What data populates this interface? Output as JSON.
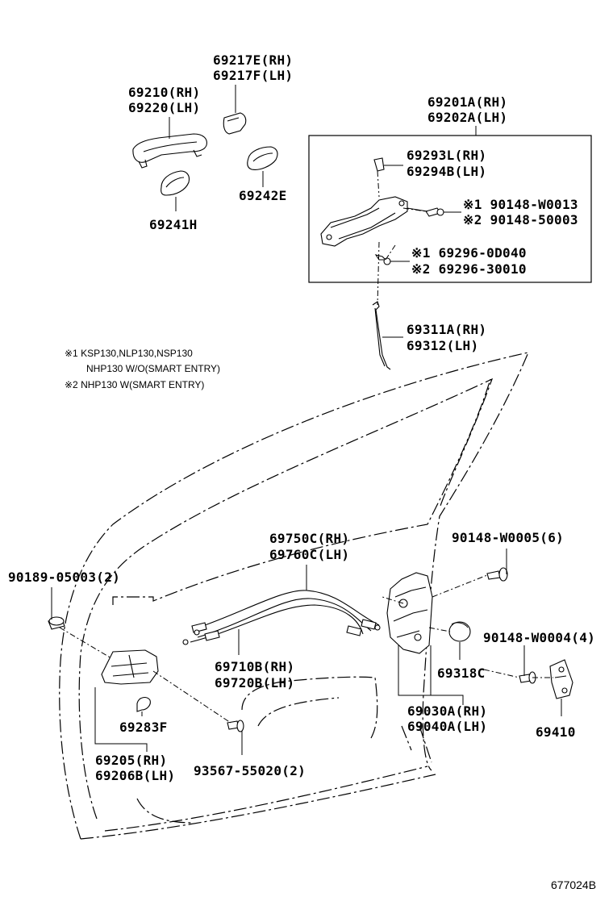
{
  "labels": {
    "p69217": [
      "69217E(RH)",
      "69217F(LH)"
    ],
    "p69210": [
      "69210(RH)",
      "69220(LH)"
    ],
    "p69241": "69241H",
    "p69242": "69242E",
    "p69201": [
      "69201A(RH)",
      "69202A(LH)"
    ],
    "p69293": [
      "69293L(RH)",
      "69294B(LH)"
    ],
    "p90148a": [
      "※1 90148-W0013",
      "※2 90148-50003"
    ],
    "p69296": [
      "※1 69296-0D040",
      "※2 69296-30010"
    ],
    "p69311": [
      "69311A(RH)",
      "69312(LH)"
    ],
    "p69750": [
      "69750C(RH)",
      "69760C(LH)"
    ],
    "p90148b": "90148-W0005(6)",
    "p90189": "90189-05003(2)",
    "p90148c": "90148-W0004(4)",
    "p69710": [
      "69710B(RH)",
      "69720B(LH)"
    ],
    "p69318": "69318C",
    "p69030": [
      "69030A(RH)",
      "69040A(LH)"
    ],
    "p69283": "69283F",
    "p69410": "69410",
    "p69205": [
      "69205(RH)",
      "69206B(LH)"
    ],
    "p93567": "93567-55020(2)"
  },
  "notes": [
    "※1 KSP130,NLP130,NSP130",
    "NHP130 W/O(SMART ENTRY)",
    "※2 NHP130 W(SMART ENTRY)"
  ],
  "figure_id": "677024B"
}
